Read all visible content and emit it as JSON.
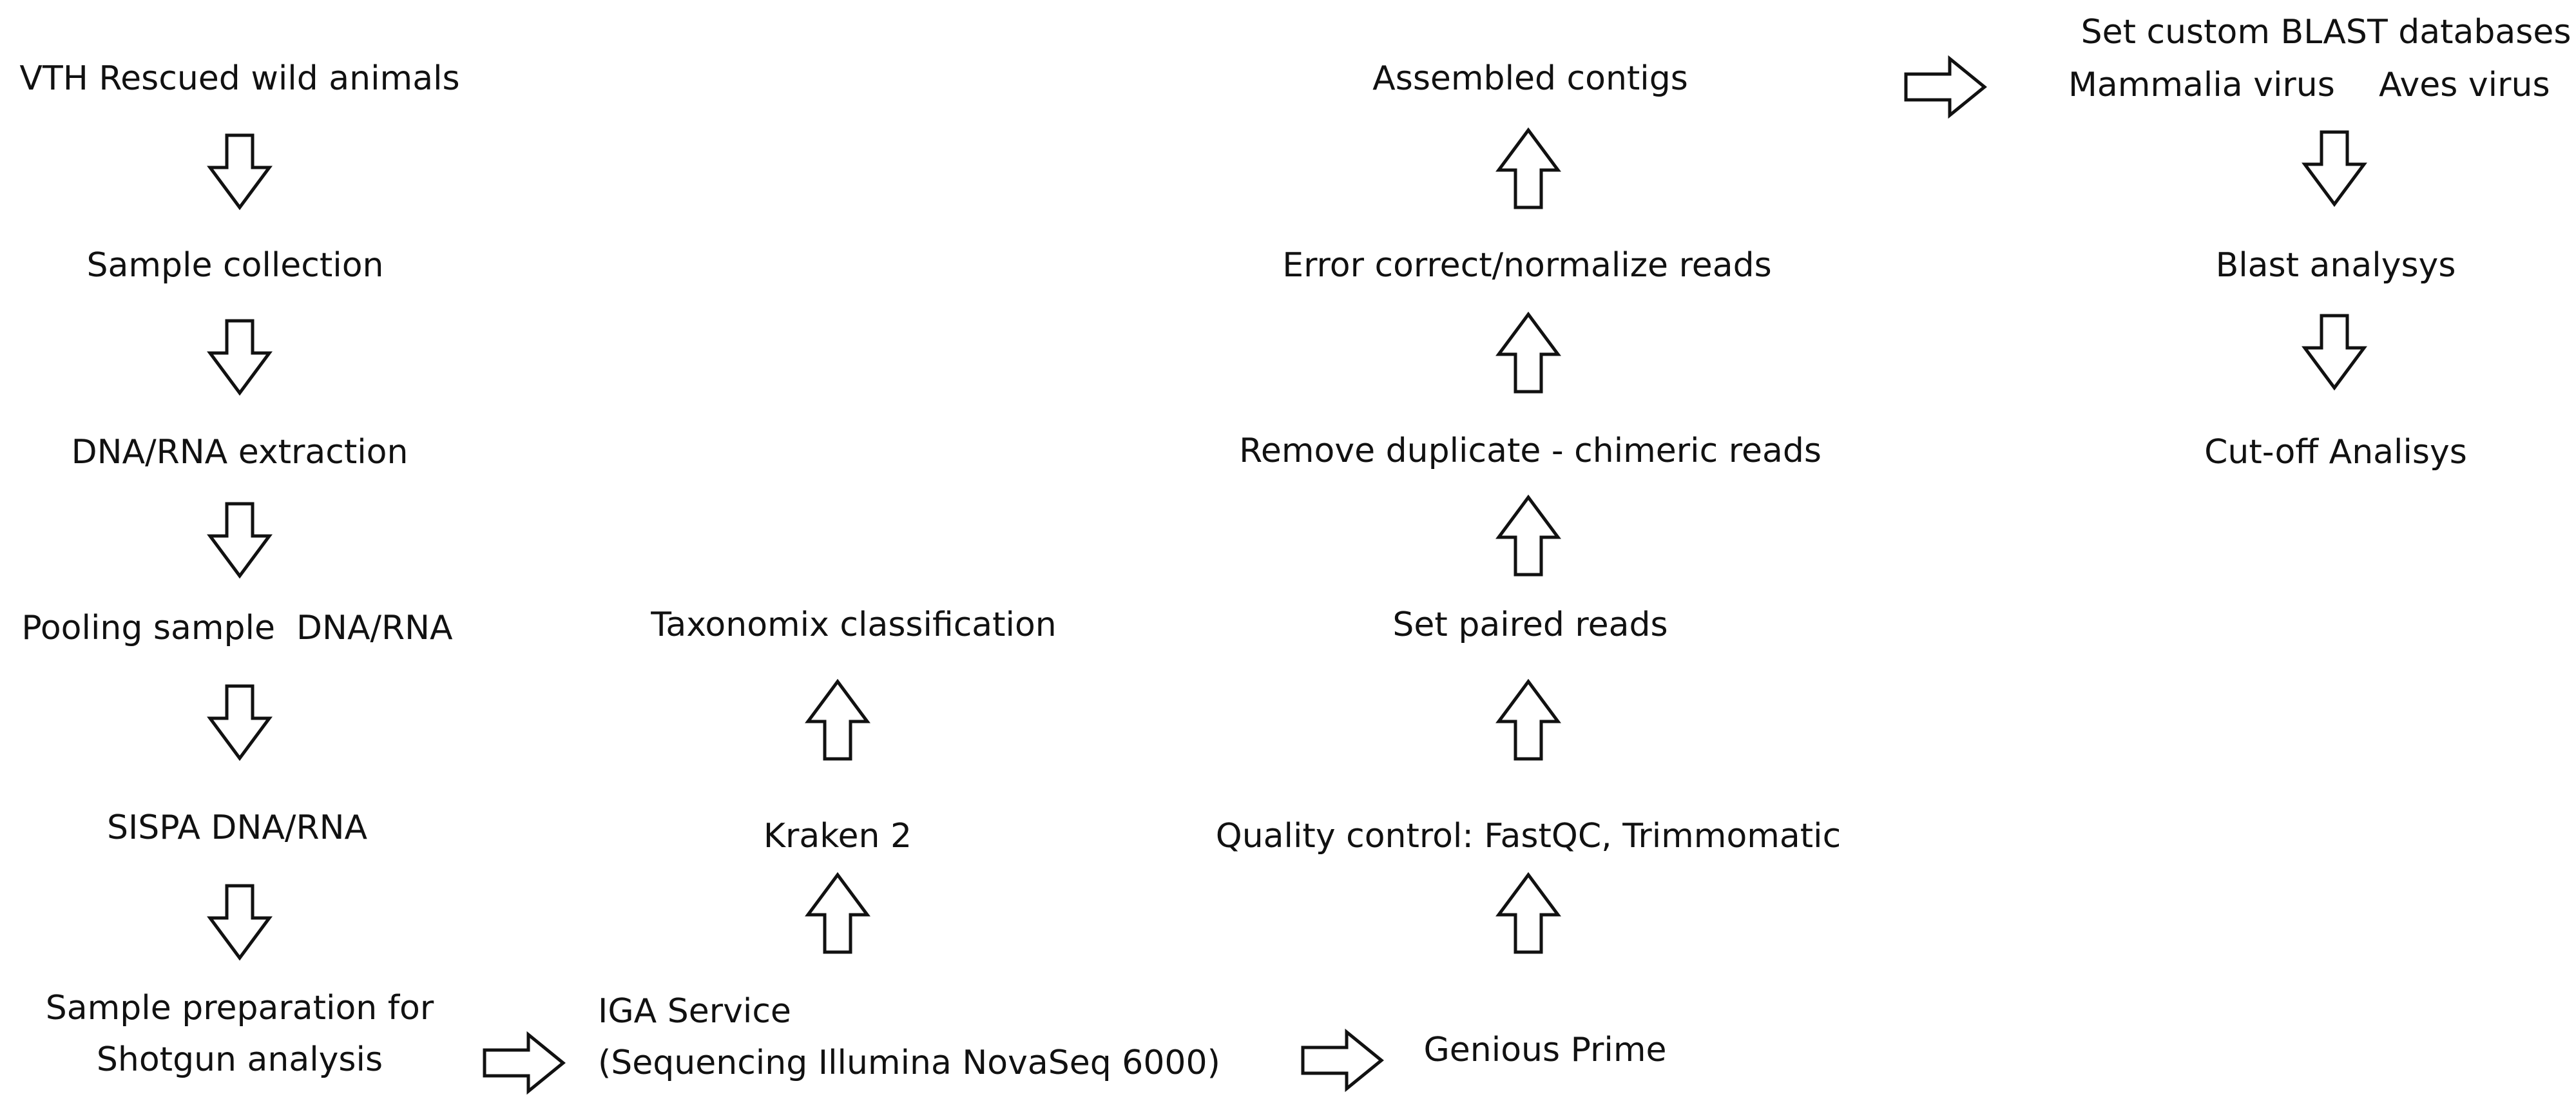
{
  "steps": {
    "vth": "VTH Rescued wild animals",
    "sample_collection": "Sample collection",
    "extraction": "DNA/RNA extraction",
    "pooling": "Pooling sample  DNA/RNA",
    "sispa": "SISPA DNA/RNA",
    "prep_line1": "Sample preparation for",
    "prep_line2": "Shotgun analysis",
    "iga_line1": "IGA Service",
    "iga_line2": "(Sequencing Illumina NovaSeq 6000)",
    "kraken": "Kraken 2",
    "taxonomix": "Taxonomix classification",
    "genious": "Genious Prime",
    "quality": "Quality control: FastQC, Trimmomatic",
    "paired": "Set paired reads",
    "duplicates": "Remove duplicate - chimeric reads",
    "error_correct": "Error correct/normalize reads",
    "contigs": "Assembled contigs",
    "blast_db_line1": "Set custom BLAST databases",
    "blast_db_mammalia": "Mammalia virus",
    "blast_db_aves": "Aves virus",
    "blast": "Blast analysys",
    "cutoff": "Cut-off Analisys"
  }
}
